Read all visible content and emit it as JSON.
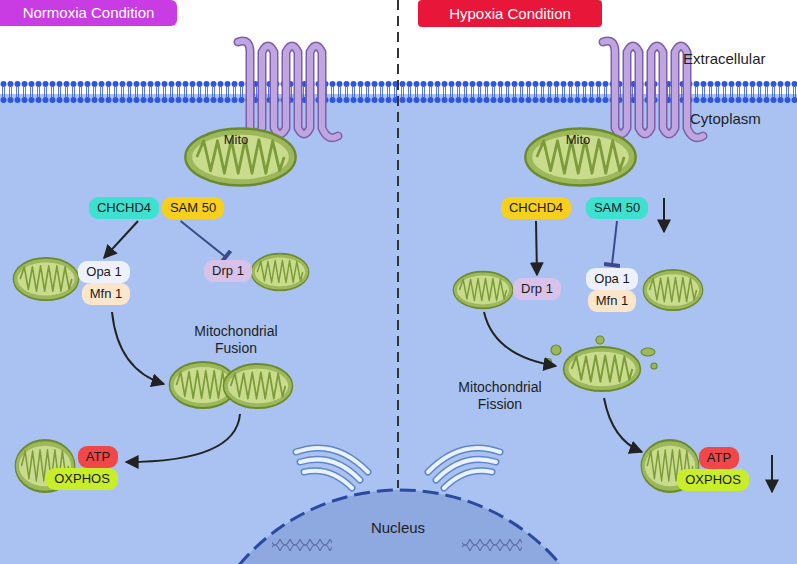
{
  "diagram": {
    "nodes": [
      {
        "text": [
          "Normoxia Condition"
        ]
      },
      {
        "text": [
          "Hypoxia Condition"
        ]
      },
      {
        "text": [
          "Mito"
        ]
      },
      {
        "text": [
          "CHCHD4"
        ]
      },
      {
        "text": [
          "SAM 50"
        ]
      },
      {
        "text": [
          "Opa 1"
        ]
      },
      {
        "text": [
          "Mfn 1"
        ]
      },
      {
        "text": [
          "Drp 1"
        ]
      },
      {
        "text": [
          "ATP"
        ]
      },
      {
        "text": [
          "OXPHOS"
        ]
      },
      {
        "text": [
          "Mito"
        ]
      },
      {
        "text": [
          "CHCHD4"
        ]
      },
      {
        "text": [
          "SAM 50"
        ]
      },
      {
        "text": [
          "Drp 1"
        ]
      },
      {
        "text": [
          "Opa 1"
        ]
      },
      {
        "text": [
          "Mfn 1"
        ]
      },
      {
        "text": [
          "ATP"
        ]
      },
      {
        "text": [
          "OXPHOS"
        ]
      }
    ],
    "edges": [
      {
        "from": 3,
        "to": 5,
        "arrow": "to"
      },
      {
        "from": 4,
        "to": 7,
        "arrow": "to"
      },
      {
        "from": 11,
        "to": 13,
        "arrow": "to"
      },
      {
        "from": 12,
        "to": 14,
        "arrow": "to"
      }
    ],
    "labels": [
      "Extracellular",
      "Cytoplasm",
      "Mitochondrial Fusion",
      "Mitochondrial Fission",
      "Nucleus"
    ]
  }
}
